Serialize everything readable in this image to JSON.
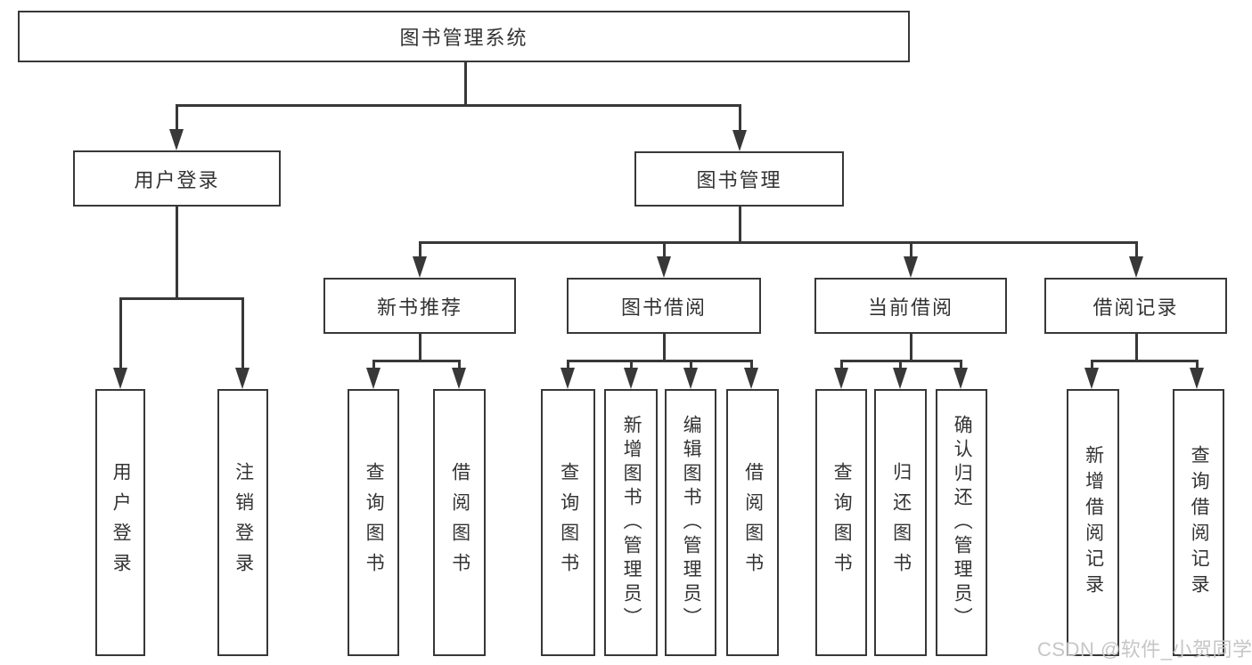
{
  "diagram": {
    "root": {
      "label": "图书管理系统"
    },
    "level2": [
      {
        "id": "user-login",
        "label": "用户登录"
      },
      {
        "id": "book-management",
        "label": "图书管理"
      }
    ],
    "level3": [
      {
        "id": "new-book-recommend",
        "label": "新书推荐"
      },
      {
        "id": "book-borrow",
        "label": "图书借阅"
      },
      {
        "id": "current-borrow",
        "label": "当前借阅"
      },
      {
        "id": "borrow-records",
        "label": "借阅记录"
      }
    ],
    "leaves": {
      "user_login": [
        {
          "label": "用户登录"
        },
        {
          "label": "注销登录"
        }
      ],
      "new_book_recommend": [
        {
          "label": "查询图书"
        },
        {
          "label": "借阅图书"
        }
      ],
      "book_borrow": [
        {
          "label": "查询图书"
        },
        {
          "label": "新增图书（管理员）"
        },
        {
          "label": "编辑图书（管理员）"
        },
        {
          "label": "借阅图书"
        }
      ],
      "current_borrow": [
        {
          "label": "查询图书"
        },
        {
          "label": "归还图书"
        },
        {
          "label": "确认归还（管理员）"
        }
      ],
      "borrow_records": [
        {
          "label": "新增借阅记录"
        },
        {
          "label": "查询借阅记录"
        }
      ]
    }
  },
  "watermark": {
    "text": "CSDN @软件_小贺同学"
  },
  "colors": {
    "line": "#383838",
    "text": "#333333",
    "watermark": "#c6c6c6",
    "background": "#ffffff"
  }
}
